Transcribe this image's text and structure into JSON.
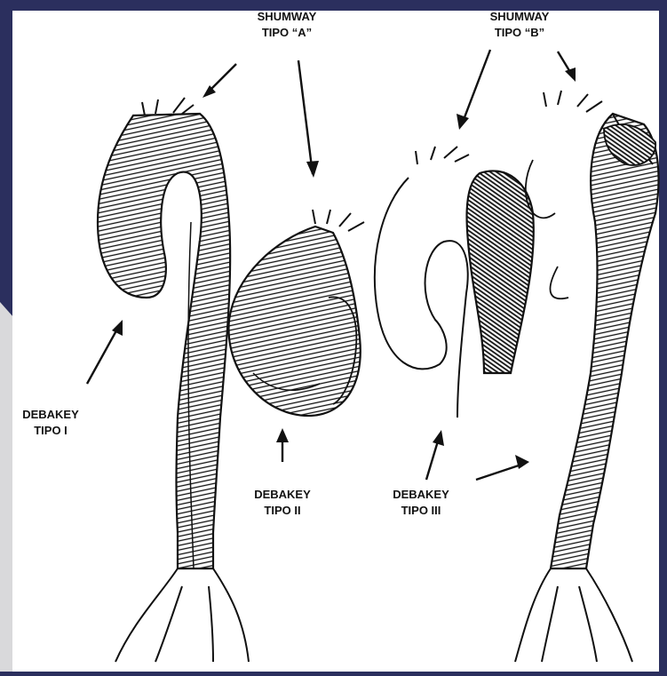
{
  "colors": {
    "frame": "#2b2f5e",
    "light_panel": "#d9d9db",
    "paper": "#ffffff",
    "ink": "#111111"
  },
  "labels": {
    "shumway_a": {
      "line1": "SHUMWAY",
      "line2": "TIPO “A”"
    },
    "shumway_b": {
      "line1": "SHUMWAY",
      "line2": "TIPO “B”"
    },
    "debakey_1": {
      "line1": "DEBAKEY",
      "line2": "TIPO I"
    },
    "debakey_2": {
      "line1": "DEBAKEY",
      "line2": "TIPO II"
    },
    "debakey_3": {
      "line1": "DEBAKEY",
      "line2": "TIPO III"
    }
  }
}
